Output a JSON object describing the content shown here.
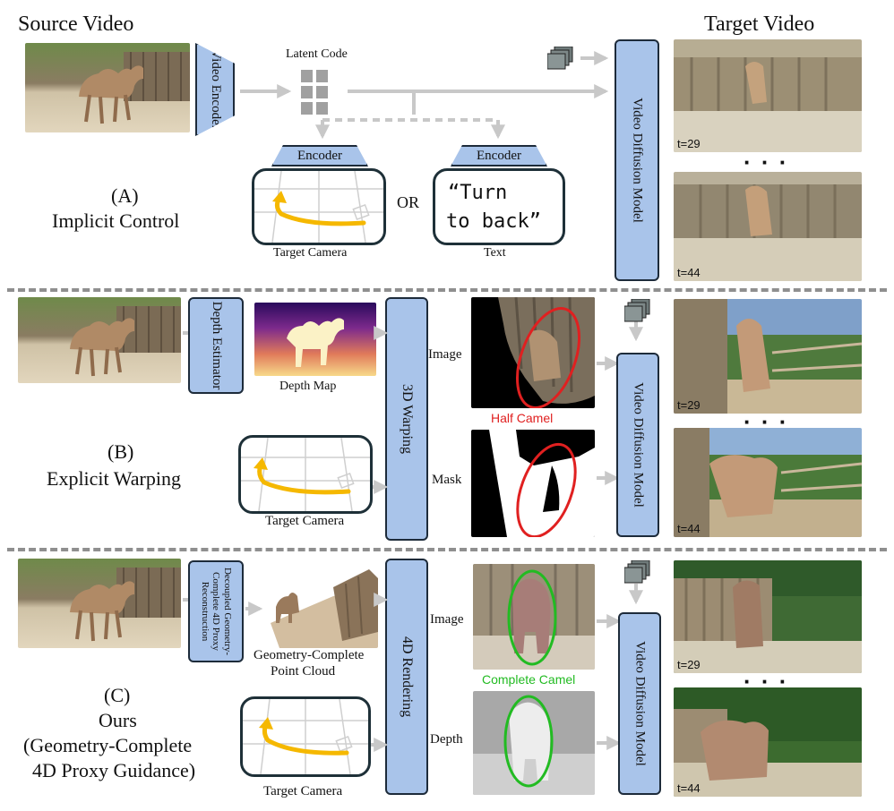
{
  "header": {
    "source_title": "Source Video",
    "target_title": "Target Video"
  },
  "section_a": {
    "label": "(A)",
    "caption": "Implicit Control",
    "video_encoder": "Video Encoder",
    "latent_code": "Latent Code",
    "encoder_left": "Encoder",
    "encoder_right": "Encoder",
    "or": "OR",
    "prompt_line1": "“Turn",
    "prompt_line2": "to back”",
    "target_camera": "Target Camera",
    "text": "Text",
    "vdm": "Video Diffusion Model",
    "t_first": "t=29",
    "t_last": "t=44",
    "ellipsis": "· · ·"
  },
  "section_b": {
    "label": "(B)",
    "caption": "Explicit Warping",
    "depth_estimator": "Depth Estimator",
    "depth_map": "Depth Map",
    "warping": "3D Warping",
    "image": "Image",
    "mask": "Mask",
    "half_camel": "Half Camel",
    "target_camera": "Target Camera",
    "vdm": "Video Diffusion Model",
    "t_first": "t=29",
    "t_last": "t=44",
    "ellipsis": "· · ·"
  },
  "section_c": {
    "label": "(C)",
    "caption_line1": "Ours",
    "caption_line2": "(Geometry-Complete",
    "caption_line3": "4D Proxy Guidance)",
    "recon_line1": "Decoupled Geometry-",
    "recon_line2": "Complete 4D Proxy",
    "recon_line3": "Reconstruction",
    "point_cloud_line1": "Geometry-Complete",
    "point_cloud_line2": "Point Cloud",
    "rendering": "4D Rendering",
    "image": "Image",
    "depth": "Depth",
    "complete_camel": "Complete Camel",
    "target_camera": "Target Camera",
    "vdm": "Video Diffusion Model",
    "t_first": "t=29",
    "t_last": "t=44",
    "ellipsis": "· · ·"
  },
  "colors": {
    "block_blue": "#a9c4ea",
    "block_border": "#1d2b3a",
    "trajectory": "#f5b800",
    "half_camel_red": "#e02020",
    "complete_camel_green": "#22bb22",
    "arrow_gray": "#c8c8c8",
    "separator": "#8f8f8f"
  },
  "icons": [
    "camel-photo",
    "camera-trajectory-icon",
    "latent-grid-icon",
    "noise-stack-icon"
  ]
}
